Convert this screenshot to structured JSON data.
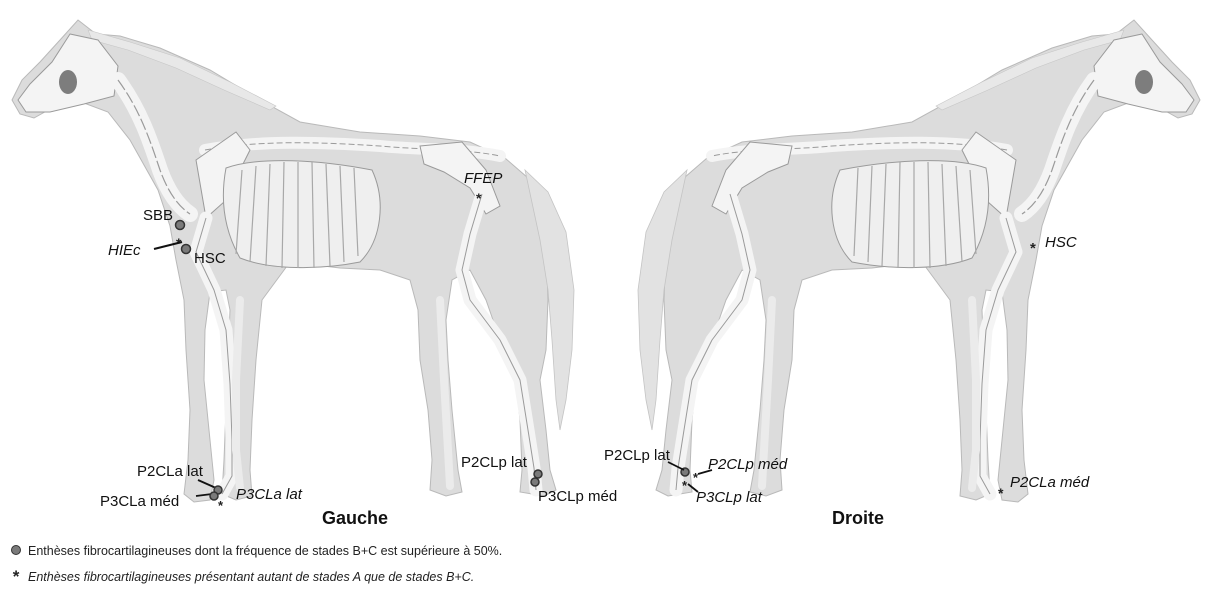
{
  "titles": {
    "left": "Gauche",
    "right": "Droite"
  },
  "left_horse": {
    "labels": {
      "sbb": "SBB",
      "hiec": "HIEc",
      "hsc": "HSC",
      "ffep": "FFEP",
      "p2cla_lat": "P2CLa lat",
      "p3cla_med": "P3CLa méd",
      "p3cla_lat": "P3CLa lat",
      "p2clp_lat": "P2CLp lat",
      "p3clp_med": "P3CLp méd"
    }
  },
  "right_horse": {
    "labels": {
      "hsc": "HSC",
      "p2clp_lat": "P2CLp lat",
      "p2clp_med": "P2CLp méd",
      "p3clp_lat": "P3CLp lat",
      "p2cla_med": "P2CLa méd"
    }
  },
  "legend": {
    "dot": {
      "icon": "filled-circle-icon",
      "text": "Enthèses fibrocartilagineuses dont la fréquence de stades B+C est supérieure à 50%."
    },
    "star": {
      "icon": "asterisk-icon",
      "symbol": "*",
      "text": "Enthèses fibrocartilagineuses présentant autant de stades A que de stades B+C."
    }
  },
  "colors": {
    "silhouette": "#dcdcdc",
    "bone": "#f4f4f4",
    "bone_stroke": "#9a9a9a",
    "marker": "#7a7a7a",
    "ink": "#111111"
  }
}
